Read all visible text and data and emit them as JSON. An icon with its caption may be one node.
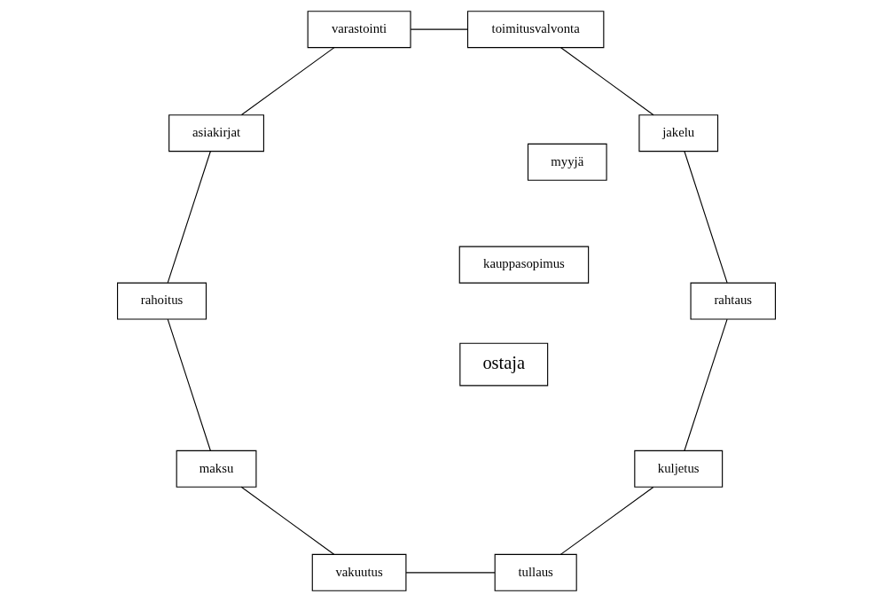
{
  "diagram": {
    "nodes": [
      {
        "text": [
          "kuljetus"
        ]
      },
      {
        "text": [
          "tullaus"
        ]
      },
      {
        "text": [
          "rahtaus"
        ]
      },
      {
        "text": [
          "kauppasopimus"
        ]
      },
      {
        "text": [
          "vakuutus"
        ]
      },
      {
        "text": [
          "jakelu"
        ]
      },
      {
        "text": [
          "myyjä"
        ]
      },
      {
        "text": [
          "maksu"
        ]
      },
      {
        "text": [
          "ostaja"
        ]
      },
      {
        "text": [
          "toimitusvalvonta"
        ]
      },
      {
        "text": [
          "rahoitus"
        ]
      },
      {
        "text": [
          "varastointi"
        ]
      },
      {
        "text": [
          "asiakirjat"
        ]
      }
    ],
    "edges": [
      {
        "from": 0,
        "to": 1,
        "arrow": "none"
      },
      {
        "from": 1,
        "to": 4,
        "arrow": "none"
      },
      {
        "from": 4,
        "to": 7,
        "arrow": "none"
      },
      {
        "from": 7,
        "to": 10,
        "arrow": "none"
      },
      {
        "from": 10,
        "to": 12,
        "arrow": "none"
      },
      {
        "from": 12,
        "to": 11,
        "arrow": "none"
      },
      {
        "from": 11,
        "to": 9,
        "arrow": "none"
      },
      {
        "from": 9,
        "to": 5,
        "arrow": "none"
      },
      {
        "from": 5,
        "to": 2,
        "arrow": "none"
      },
      {
        "from": 2,
        "to": 0,
        "arrow": "none"
      }
    ]
  }
}
